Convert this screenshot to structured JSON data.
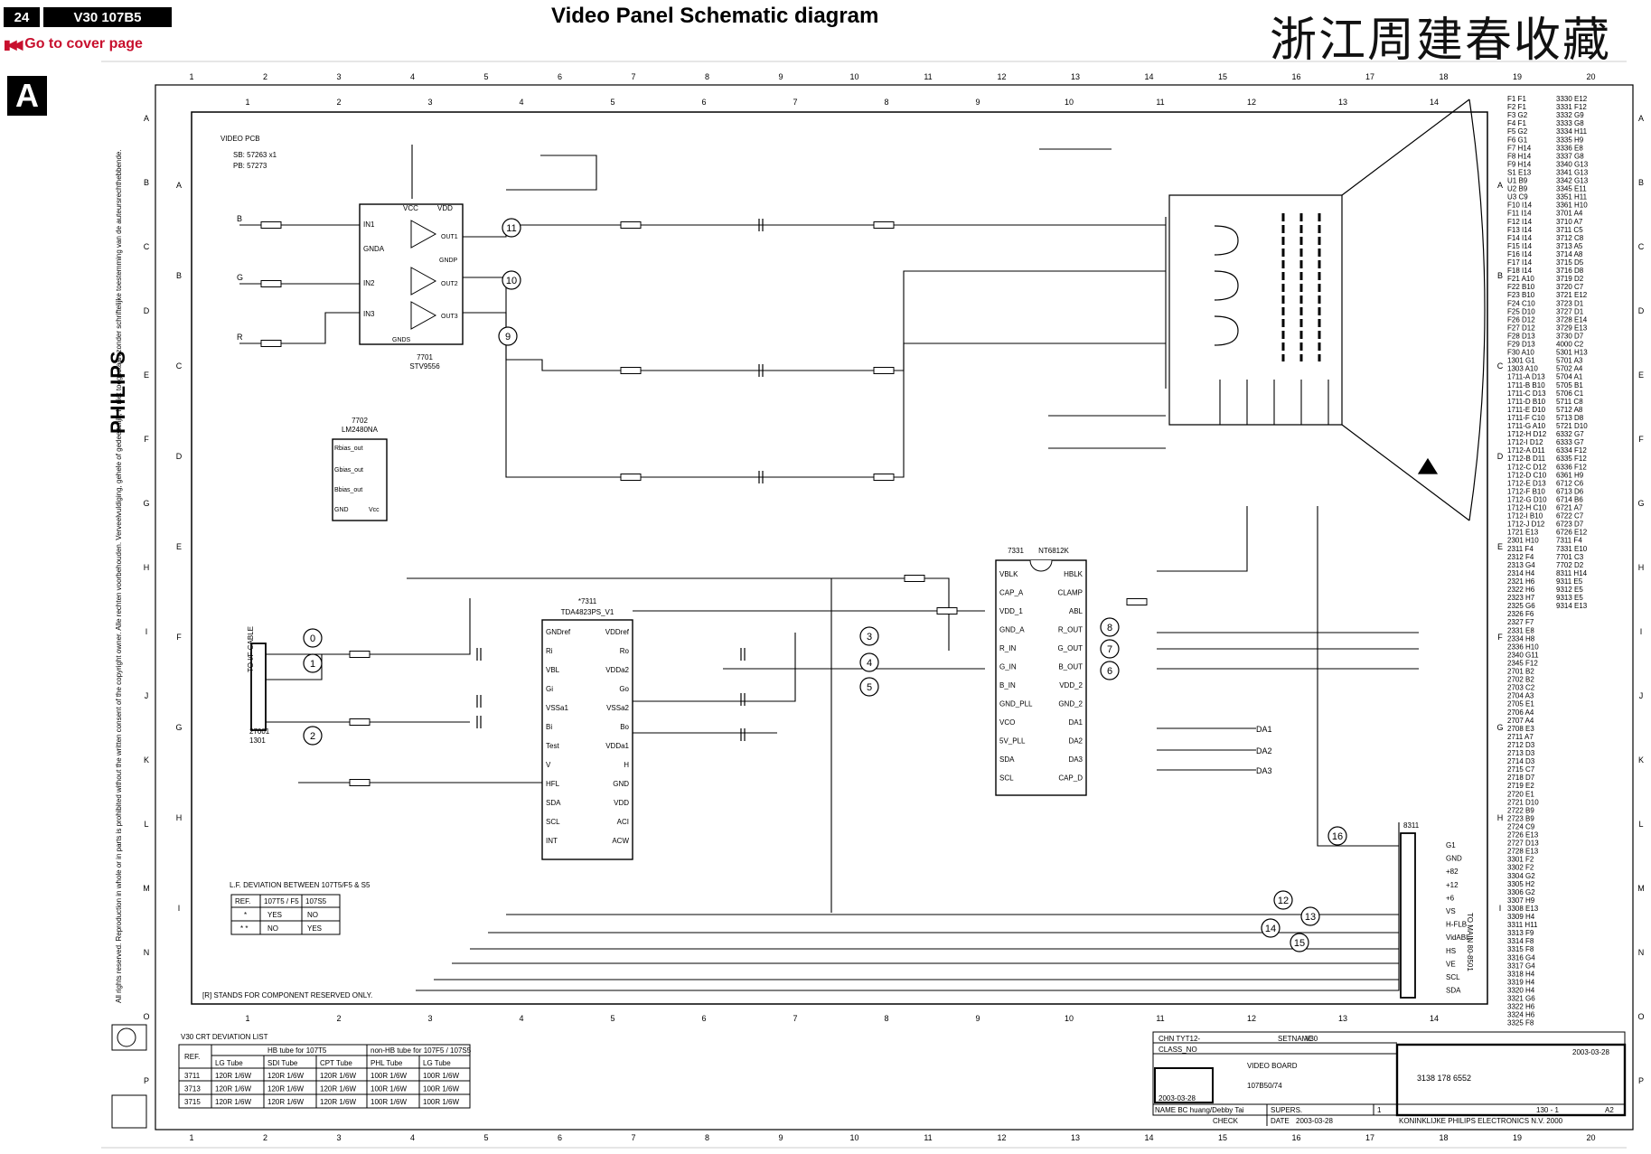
{
  "header": {
    "page_number": "24",
    "model": "V30 107B5",
    "nav_link": "Go to cover page",
    "title": "Video Panel Schematic diagram",
    "watermark": "浙江周建春收藏",
    "section": "A",
    "brand": "PHILIPS"
  },
  "grid": {
    "outer_cols": [
      "1",
      "2",
      "3",
      "4",
      "5",
      "6",
      "7",
      "8",
      "9",
      "10",
      "11",
      "12",
      "13",
      "14",
      "15",
      "16",
      "17",
      "18",
      "19",
      "20"
    ],
    "inner_cols": [
      "1",
      "2",
      "3",
      "4",
      "5",
      "6",
      "7",
      "8",
      "9",
      "10",
      "11",
      "12",
      "13",
      "14"
    ],
    "outer_rows": [
      "A",
      "B",
      "C",
      "D",
      "E",
      "F",
      "G",
      "H",
      "I",
      "J",
      "K",
      "L",
      "M",
      "N",
      "O",
      "P"
    ],
    "inner_rows": [
      "A",
      "B",
      "C",
      "D",
      "E",
      "F",
      "G",
      "H",
      "I"
    ]
  },
  "blocks": {
    "ic_7701": {
      "ref": "7701",
      "part": "STV9556",
      "pins": [
        "IN1",
        "GNDA",
        "IN2",
        "IN3",
        "GNDS",
        "VCC",
        "VDD",
        "OUT1",
        "GNDP",
        "OUT2",
        "OUT3"
      ]
    },
    "ic_7702": {
      "ref": "7702",
      "part": "LM2480NA",
      "pins": [
        "Rbias_out",
        "Gbias_out",
        "Bbias_out",
        "GND",
        "Vcc"
      ]
    },
    "ic_7311": {
      "ref": "*7311",
      "part": "TDA4823PS_V1",
      "pins": [
        "GNDref",
        "Ri",
        "VBL",
        "Gi",
        "VSSa1",
        "Bi",
        "Test",
        "V",
        "HFL",
        "SDA",
        "SCL",
        "INT",
        "VDDref",
        "Ro",
        "VDDa2",
        "Go",
        "VSSa2",
        "Bo",
        "VDDa1",
        "H",
        "GND",
        "VDD",
        "ACI",
        "ACW"
      ]
    },
    "ic_7331": {
      "ref": "7331",
      "part": "NT6812K",
      "pins": [
        "VBLK",
        "CAP_A",
        "VDD_1",
        "GND_A",
        "R_IN",
        "G_IN",
        "B_IN",
        "GND_PLL",
        "VCO",
        "5V_PLL",
        "SDA",
        "SCL",
        "HBLK",
        "CLAMP",
        "ABL",
        "R_OUT",
        "G_OUT",
        "B_OUT",
        "VDD_2",
        "GND_2",
        "DA1",
        "DA2",
        "DA3",
        "CAP_D"
      ]
    }
  },
  "labels": {
    "video_pcb": "VIDEO PCB",
    "sb": "SB: 57263 x1",
    "pb": "PB: 57273",
    "connector": "TO I/F CABLE",
    "connector_ref": "1301",
    "connector_ref2": "27001",
    "main_connector": "TO MAIN 80-8501",
    "main_connector_ref": "8311",
    "reserved_note": "[R]  STANDS FOR COMPONENT RESERVED ONLY.",
    "input_b": "B",
    "input_g": "G",
    "input_r": "R",
    "out_da1": "DA1",
    "out_da2": "DA2",
    "out_da3": "DA3"
  },
  "circled_nodes": [
    "0",
    "1",
    "2",
    "3",
    "4",
    "5",
    "6",
    "7",
    "8",
    "9",
    "10",
    "11",
    "12",
    "13",
    "14",
    "15",
    "16"
  ],
  "main_connector_pins": [
    "G1",
    "GND",
    "+82",
    "+12",
    "+6",
    "VS",
    "H-FLB",
    "VidABL",
    "HS",
    "VE",
    "SCL",
    "SDA"
  ],
  "lf_table": {
    "caption": "L.F. DEVIATION BETWEEN 107T5/F5 & S5",
    "header": [
      "REF.",
      "107T5 / F5",
      "107S5"
    ],
    "rows": [
      [
        "*",
        "YES",
        "NO"
      ],
      [
        "* *",
        "NO",
        "YES"
      ]
    ]
  },
  "crt_table": {
    "caption": "V30 CRT DEVIATION LIST",
    "group_1": "HB tube for 107T5",
    "group_2": "non-HB tube for 107F5 / 107S5",
    "subheader": [
      "REF.",
      "LG  Tube",
      "SDI  Tube",
      "CPT  Tube",
      "PHL  Tube",
      "LG  Tube"
    ],
    "rows": [
      [
        "3711",
        "120R  1/6W",
        "120R  1/6W",
        "120R  1/6W",
        "100R  1/6W",
        "100R  1/6W"
      ],
      [
        "3713",
        "120R  1/6W",
        "120R  1/6W",
        "120R  1/6W",
        "100R  1/6W",
        "100R  1/6W"
      ],
      [
        "3715",
        "120R  1/6W",
        "120R  1/6W",
        "120R  1/6W",
        "100R  1/6W",
        "100R  1/6W"
      ]
    ]
  },
  "title_block": {
    "chn": "CHN  TYT12-",
    "setname_label": "SETNAME",
    "setname": "V30",
    "class_no": "CLASS_NO",
    "board": "VIDEO BOARD",
    "board_code": "107B50/74",
    "date_small": "2003-03-28",
    "name": "NAME  BC huang/Debby Tai",
    "supers": "SUPERS.",
    "check": "CHECK",
    "date_label": "DATE",
    "date": "2003-03-28",
    "doc_number": "3138 178 6552",
    "sheet": "1",
    "rev_date": "2003-03-28",
    "page": "130 - 1",
    "size": "A2",
    "company": "KONINKLIJKE PHILIPS ELECTRONICS N.V. 2000"
  },
  "copyright": "All rights reserved. Reproduction in whole or in parts is prohibited without the written consent of the copyright owner. Alle rechten voorbehouden. Verveelvuldiging, gehele of gedeeltelijk, is niet toegestaan zonder schriftelijke toestemming van de auteursrechthebbende.",
  "parts_index_1": [
    "F1 F1",
    "F2 F1",
    "F3 G2",
    "F4 F1",
    "F5 G2",
    "F6 G1",
    "F7 H14",
    "F8 H14",
    "F9 H14",
    "S1 E13",
    "U1 B9",
    "U2 B9",
    "U3 C9",
    "F10 I14",
    "F11 I14",
    "F12 I14",
    "F13 I14",
    "F14 I14",
    "F15 I14",
    "F16 I14",
    "F17 I14",
    "F18 I14",
    "F21 A10",
    "F22 B10",
    "F23 B10",
    "F24 C10",
    "F25 D10",
    "F26 D12",
    "F27 D12",
    "F28 D13",
    "F29 D13",
    "F30 A10",
    "1301 G1",
    "1303 A10",
    "1711-A D13",
    "1711-B B10",
    "1711-C D13",
    "1711-D B10",
    "1711-E D10",
    "1711-F C10",
    "1711-G A10",
    "1712-H D12",
    "1712-I D12",
    "1712-A D11",
    "1712-B D11",
    "1712-C D12",
    "1712-D C10",
    "1712-E D13",
    "1712-F B10",
    "1712-G D10",
    "1712-H C10",
    "1712-I B10",
    "1712-J D12",
    "1721 E13",
    "2301 H10",
    "2311 F4",
    "2312 F4",
    "2313 G4",
    "2314 H4",
    "2321 H6",
    "2322 H6",
    "2323 H7",
    "2325 G6",
    "2326 F6",
    "2327 F7",
    "2331 E8",
    "2334 H8",
    "2336 H10",
    "2340 G11",
    "2345 F12",
    "2701 B2",
    "2702 B2",
    "2703 C2",
    "2704 A3",
    "2705 E1",
    "2706 A4",
    "2707 A4",
    "2708 E3",
    "2711 A7",
    "2712 D3",
    "2713 D3",
    "2714 D3",
    "2715 C7",
    "2718 D7",
    "2719 E2",
    "2720 E1",
    "2721 D10",
    "2722 B9",
    "2723 B9",
    "2724 C9",
    "2726 E13",
    "2727 D13",
    "2728 E13",
    "3301 F2",
    "3302 F2",
    "3304 G2",
    "3305 H2",
    "3306 G2",
    "3307 H9",
    "3308 E13",
    "3309 H4",
    "3311 H11",
    "3313 F9",
    "3314 F8",
    "3315 F8",
    "3316 G4",
    "3317 G4",
    "3318 H4",
    "3319 H4",
    "3320 H4",
    "3321 G6",
    "3322 H6",
    "3324 H6",
    "3325 F8"
  ],
  "parts_index_2": [
    "3330 E12",
    "3331 F12",
    "3332 G9",
    "3333 G8",
    "3334 H11",
    "3335 H9",
    "3336 E8",
    "3337 G8",
    "3340 G13",
    "3341 G13",
    "3342 G13",
    "3345 E11",
    "3351 H11",
    "3361 H10",
    "3701 A4",
    "3710 A7",
    "3711 C5",
    "3712 C8",
    "3713 A5",
    "3714 A8",
    "3715 D5",
    "3716 D8",
    "3719 D2",
    "3720 C7",
    "3721 E12",
    "3723 D1",
    "3727 D1",
    "3728 E14",
    "3729 E13",
    "3730 D7",
    "4000 C2",
    "5301 H13",
    "5701 A3",
    "5702 A4",
    "5704 A1",
    "5705 B1",
    "5706 C1",
    "5711 C8",
    "5712 A8",
    "5713 D8",
    "5721 D10",
    "6332 G7",
    "6333 G7",
    "6334 F12",
    "6335 F12",
    "6336 F12",
    "6361 H9",
    "6712 C6",
    "6713 D6",
    "6714 B6",
    "6721 A7",
    "6722 C7",
    "6723 D7",
    "6726 E12",
    "7311 F4",
    "7331 E10",
    "7701 C3",
    "7702 D2",
    "8311 H14",
    "9311 E5",
    "9312 E5",
    "9313 E5",
    "9314 E13"
  ],
  "colors": {
    "line": "#000000",
    "accent_red": "#c8102e",
    "paper": "#ffffff"
  }
}
